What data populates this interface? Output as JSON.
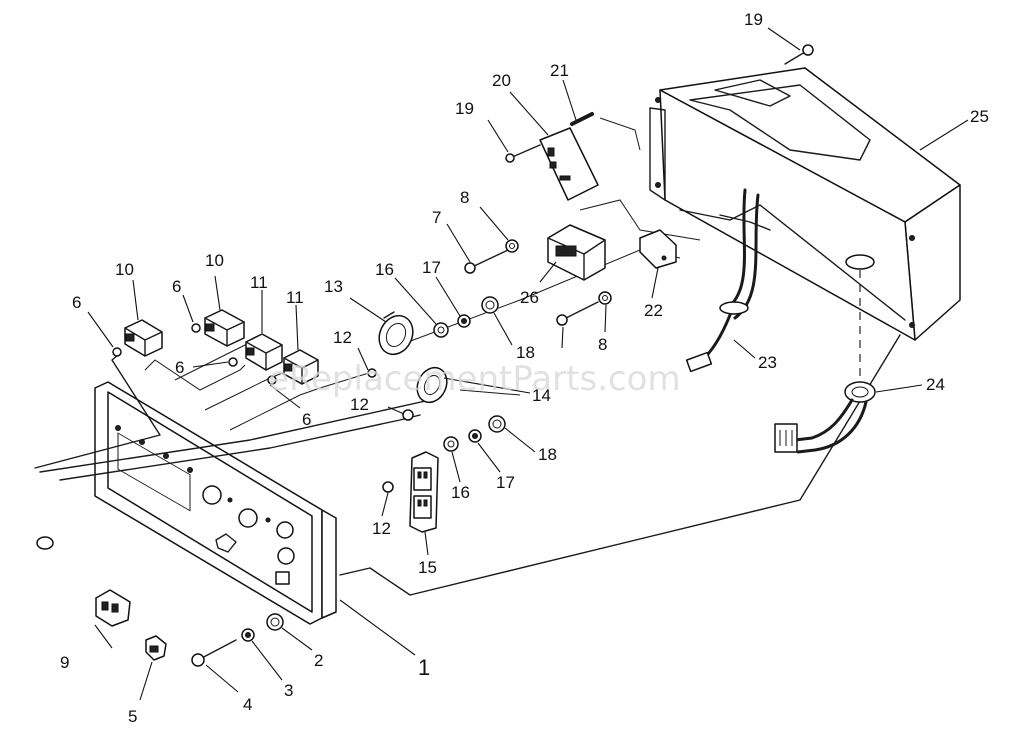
{
  "watermark": "eReplacementParts.com",
  "callouts": {
    "c1": "1",
    "c2": "2",
    "c3": "3",
    "c4": "4",
    "c5": "5",
    "c6a": "6",
    "c6b": "6",
    "c6c": "6",
    "c6d": "6",
    "c7": "7",
    "c8a": "8",
    "c8b": "8",
    "c9": "9",
    "c10a": "10",
    "c10b": "10",
    "c11a": "11",
    "c11b": "11",
    "c12a": "12",
    "c12b": "12",
    "c12c": "12",
    "c13": "13",
    "c14": "14",
    "c15": "15",
    "c16a": "16",
    "c16b": "16",
    "c17a": "17",
    "c17b": "17",
    "c18a": "18",
    "c18b": "18",
    "c19a": "19",
    "c19b": "19",
    "c20": "20",
    "c21": "21",
    "c22": "22",
    "c23": "23",
    "c24": "24",
    "c25": "25",
    "c26": "26"
  }
}
